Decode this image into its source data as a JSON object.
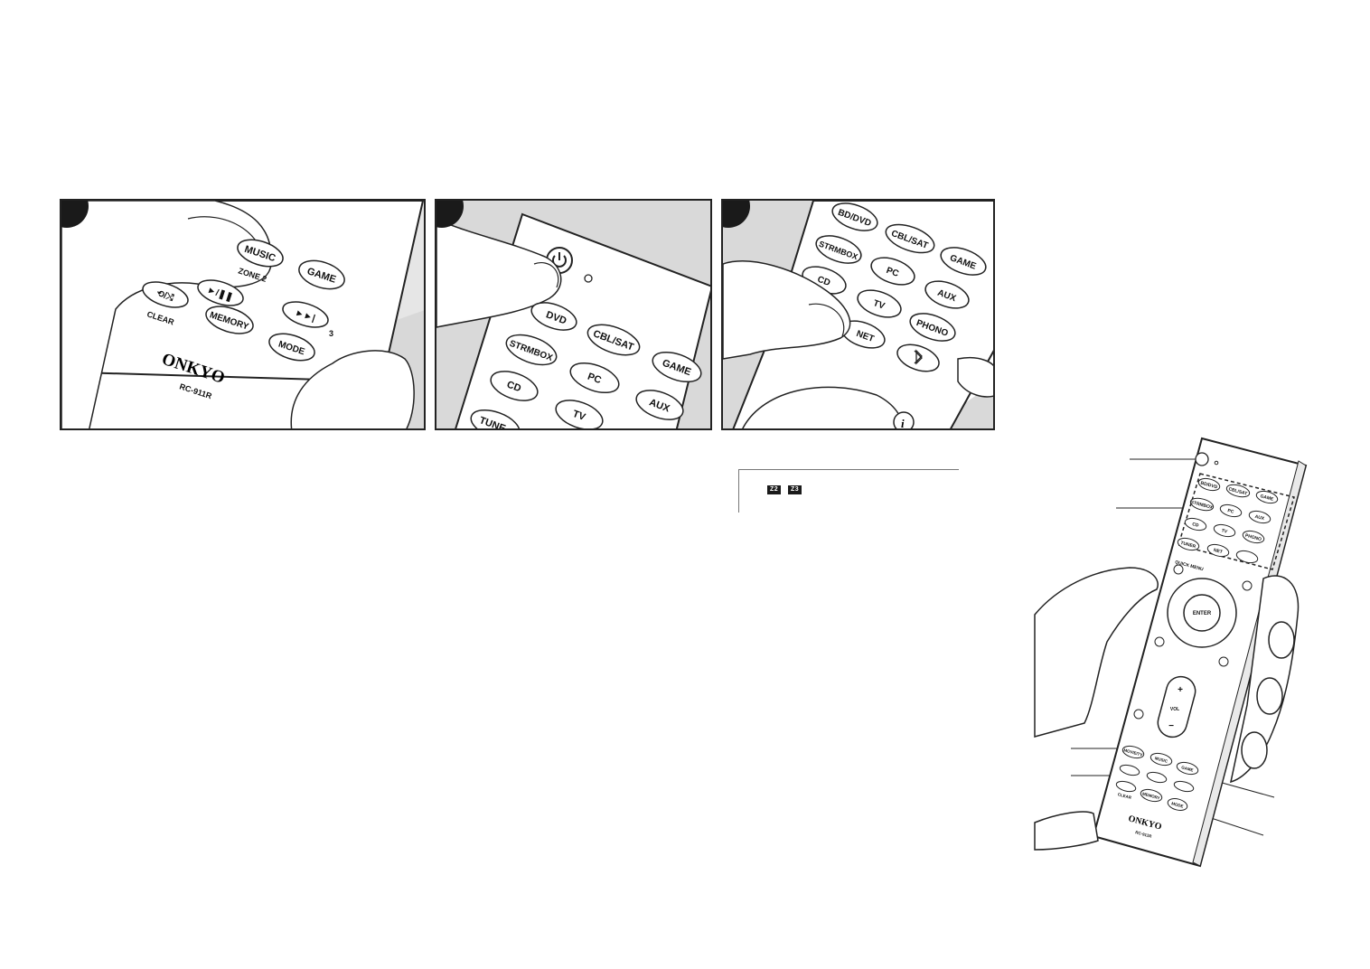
{
  "panels": [
    {
      "step_badge": "",
      "buttons": {
        "music": "MUSIC",
        "game": "GAME",
        "zone2": "ZONE 2",
        "play": "►/❚❚",
        "next": "►►|",
        "clear": "CLEAR",
        "memory": "MEMORY",
        "mode": "MODE",
        "three": "3",
        "repeat": "⟲/⤭"
      },
      "brand": "ONKYO",
      "model": "RC-911R"
    },
    {
      "step_badge": "",
      "buttons": {
        "dvd": "DVD",
        "cblsat": "CBL/SAT",
        "strmbox": "STRMBOX",
        "game": "GAME",
        "pc": "PC",
        "aux": "AUX",
        "cd": "CD",
        "tv": "TV",
        "tuner": "TUNE"
      }
    },
    {
      "step_badge": "",
      "buttons": {
        "bddvd": "BD/DVD",
        "cblsat": "CBL/SAT",
        "strmbox": "STRMBOX",
        "game": "GAME",
        "pc": "PC",
        "cd": "CD",
        "aux": "AUX",
        "tv": "TV",
        "phono": "PHONO",
        "net": "NET"
      }
    }
  ],
  "note": {
    "zone_tags": [
      "Z2",
      "Z3"
    ]
  },
  "overview_remote": {
    "buttons": {
      "bddvd": "BD/DVD",
      "cblsat": "CBL/SAT",
      "game": "GAME",
      "strmbox": "STRMBOX",
      "pc": "PC",
      "aux": "AUX",
      "cd": "CD",
      "tv": "TV",
      "phono": "PHONO",
      "tuner": "TUNER",
      "net": "NET",
      "quick_menu": "QUICK MENU",
      "enter": "ENTER",
      "vol": "VOL",
      "movie_tv": "MOVIE/TV",
      "music": "MUSIC",
      "game2": "GAME",
      "memory": "MEMORY",
      "mode": "MODE",
      "clear": "CLEAR",
      "plus": "+",
      "minus": "−"
    },
    "brand": "ONKYO",
    "model": "RC-911R"
  }
}
